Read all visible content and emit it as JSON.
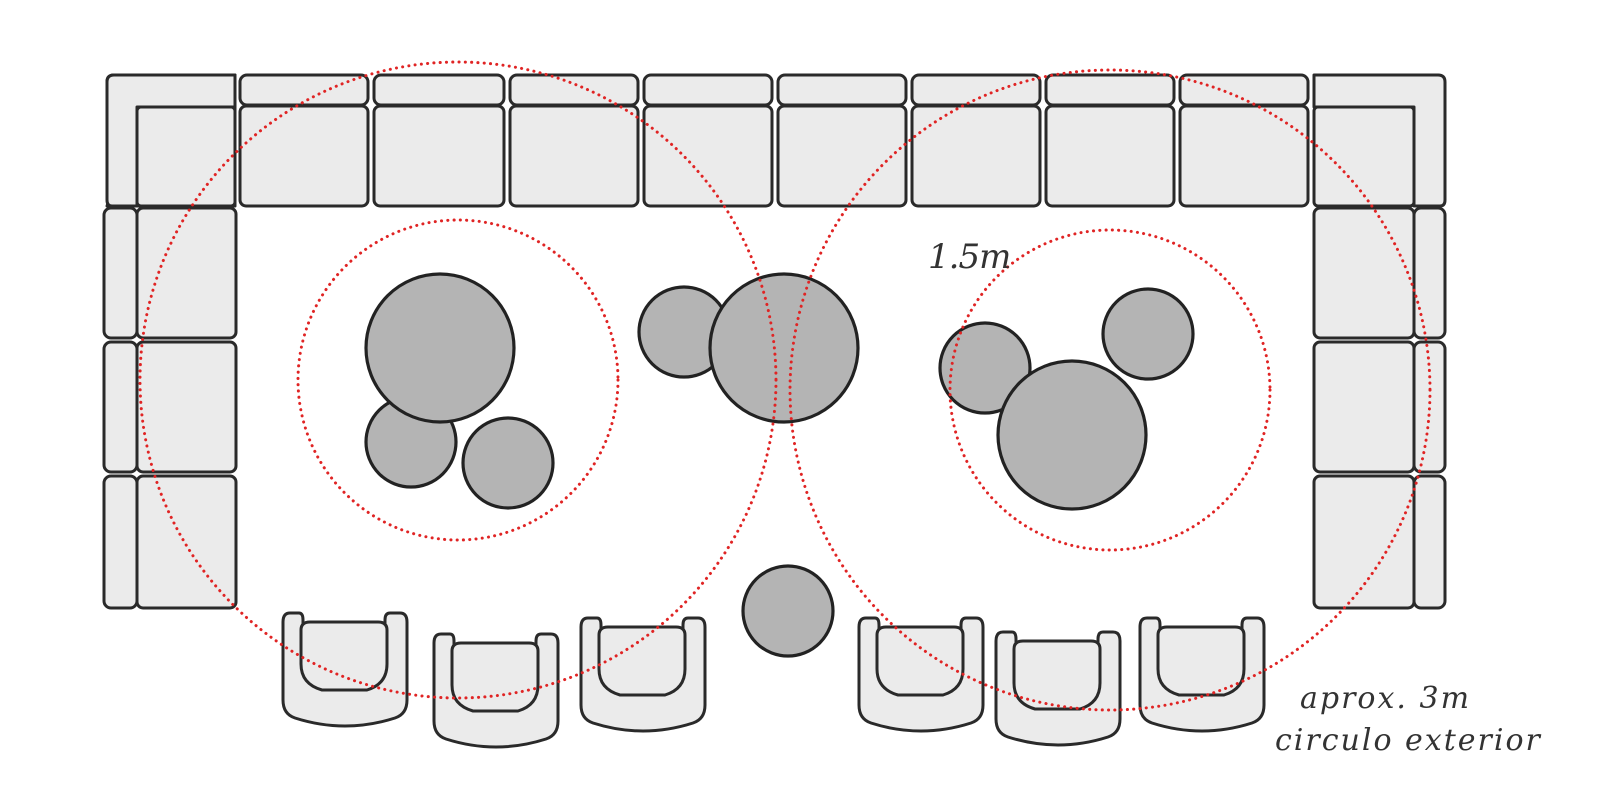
{
  "diagram": {
    "annotations": {
      "inner_radius_label": "1.5m",
      "outer_label_line1": "aprox. 3m",
      "outer_label_line2": "circulo exterior"
    },
    "colors": {
      "furniture_fill": "#ebebeb",
      "furniture_stroke": "#2a2a2a",
      "table_fill": "#b4b4b4",
      "zone_stroke": "#e02424",
      "text": "#333333"
    }
  }
}
